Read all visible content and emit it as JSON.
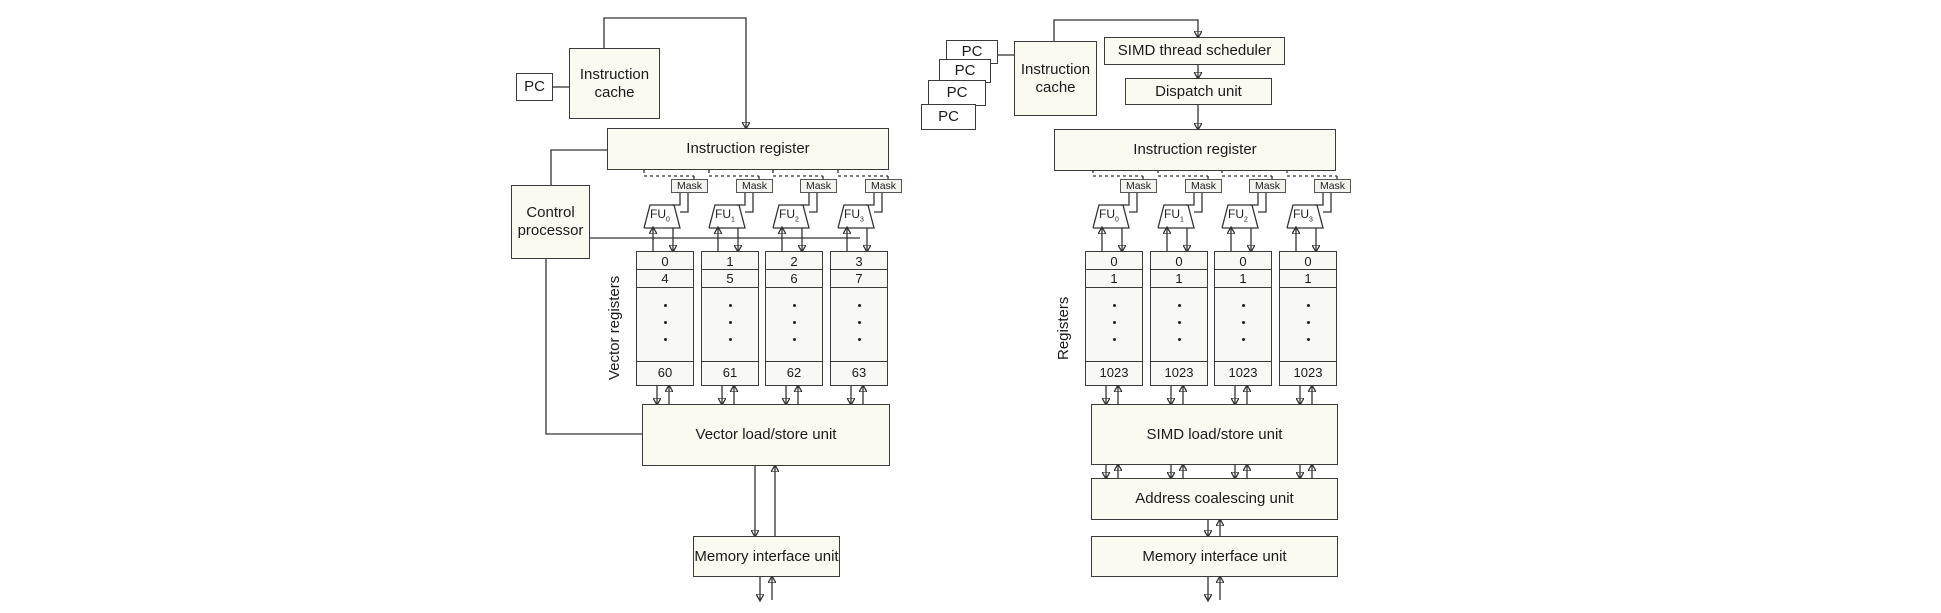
{
  "left": {
    "pc_label": "PC",
    "icache_label": "Instruction cache",
    "ireg_label": "Instruction register",
    "control_label": "Control processor",
    "vreg_side_label": "Vector registers",
    "mask_label": "Mask",
    "fu_prefix": "FU",
    "fu_subs": [
      "0",
      "1",
      "2",
      "3"
    ],
    "columns": [
      {
        "top": "0",
        "second": "4",
        "bottom": "60"
      },
      {
        "top": "1",
        "second": "5",
        "bottom": "61"
      },
      {
        "top": "2",
        "second": "6",
        "bottom": "62"
      },
      {
        "top": "3",
        "second": "7",
        "bottom": "63"
      }
    ],
    "lsu_label": "Vector load/store unit",
    "memif_label": "Memory interface unit"
  },
  "right": {
    "pc_labels": [
      "PC",
      "PC",
      "PC",
      "PC"
    ],
    "icache_label": "Instruction cache",
    "scheduler_label": "SIMD thread scheduler",
    "dispatch_label": "Dispatch unit",
    "ireg_label": "Instruction register",
    "reg_side_label": "Registers",
    "mask_label": "Mask",
    "fu_prefix": "FU",
    "fu_subs": [
      "0",
      "1",
      "2",
      "3"
    ],
    "columns": [
      {
        "top": "0",
        "second": "1",
        "bottom": "1023"
      },
      {
        "top": "0",
        "second": "1",
        "bottom": "1023"
      },
      {
        "top": "0",
        "second": "1",
        "bottom": "1023"
      },
      {
        "top": "0",
        "second": "1",
        "bottom": "1023"
      }
    ],
    "lsu_label": "SIMD load/store unit",
    "coalesce_label": "Address coalescing unit",
    "memif_label": "Memory interface unit"
  },
  "colors": {
    "line": "#333333",
    "box_fill": "#fbfaf1"
  }
}
